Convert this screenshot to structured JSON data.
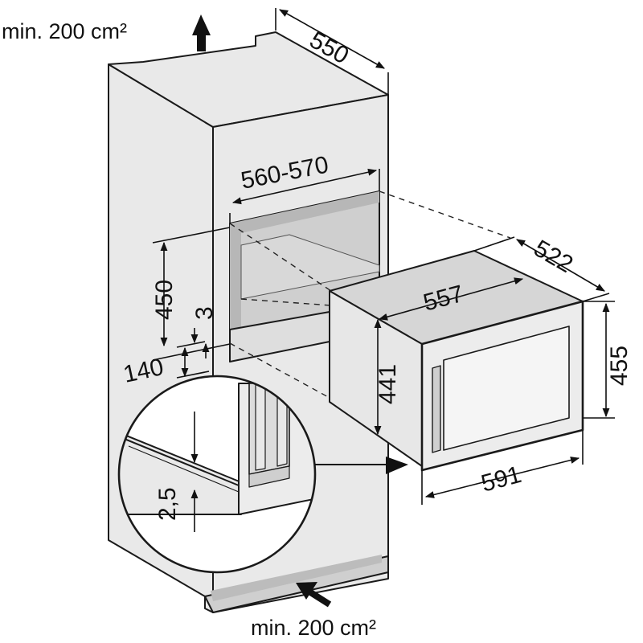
{
  "airflow": {
    "top_label": "min. 200 cm²",
    "bottom_label": "min. 200 cm²"
  },
  "dimensions": {
    "cabinet_depth": "550",
    "niche_width": "560-570",
    "niche_height": "450",
    "gap": "3",
    "base_height": "140",
    "appliance_depth": "522",
    "appliance_body_width": "557",
    "appliance_height": "455",
    "appliance_body_height": "441",
    "appliance_front_width": "591",
    "detail_gap": "2,5"
  },
  "colors": {
    "cabinet_fill": "#e9e9e9",
    "niche_fill": "#d0d0d0",
    "appliance_fill": "#e2e2e2",
    "line": "#1a1a1a"
  }
}
